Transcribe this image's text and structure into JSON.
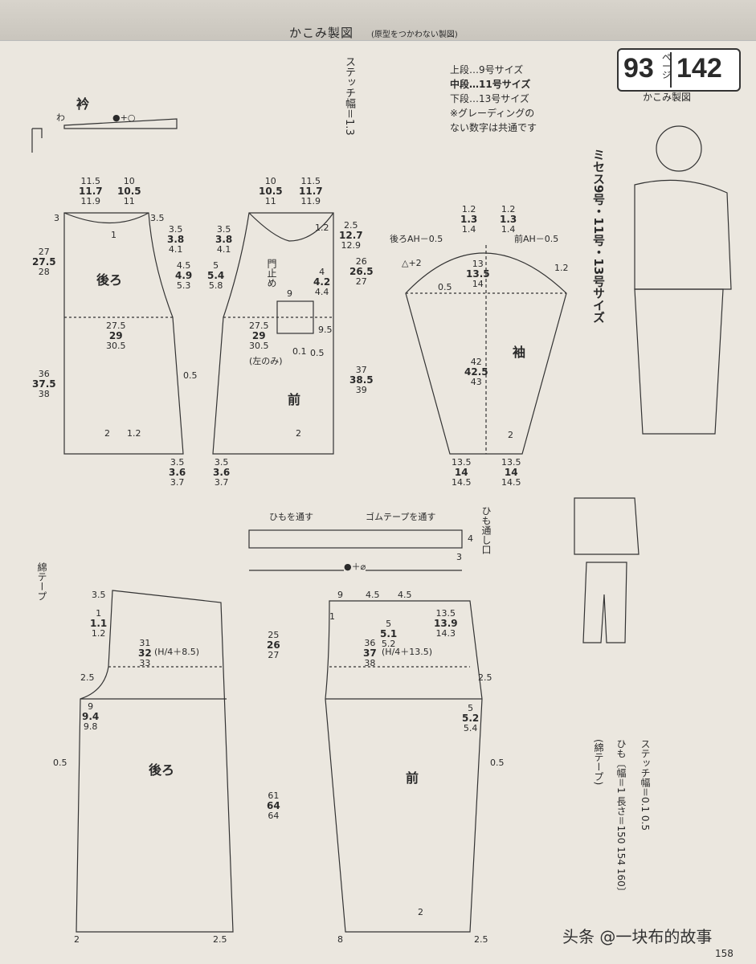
{
  "header": {
    "title": "かこみ製図",
    "subtitle": "(原型をつかわない製図)"
  },
  "badge": {
    "page": "93",
    "page_label": "ページ",
    "figure": "142",
    "caption": "かこみ製図"
  },
  "sizes": [
    "上段…9号サイズ",
    "中段…11号サイズ",
    "下段…13号サイズ",
    "※グレーディングの",
    "ない数字は共通です"
  ],
  "model_caption": "ミセス9号・11号・13号サイズ",
  "stitch_top": "ステッチ幅＝1.3",
  "collar": {
    "label": "衿",
    "wa": "わ",
    "mark": "●+○"
  },
  "back_body": {
    "top": [
      "11.5",
      "11.7",
      "11.9"
    ],
    "left": [
      "27",
      "27.5",
      "28"
    ],
    "lower": [
      "36",
      "37.5",
      "38"
    ],
    "chest": [
      "27.5",
      "29",
      "30.5"
    ],
    "arm1": [
      "3.5",
      "3.8",
      "4.1"
    ],
    "arm2": [
      "4.5",
      "4.9",
      "5.3"
    ],
    "hem": [
      "3.5",
      "3.6",
      "3.7"
    ],
    "name": "後ろ",
    "n3": "3",
    "n35": "3.5",
    "n1": "1",
    "n05": "0.5",
    "n2": "2",
    "n12": "1.2"
  },
  "front_body": {
    "top1": [
      "10",
      "10.5",
      "11"
    ],
    "top2": [
      "11.5",
      "11.7",
      "11.9"
    ],
    "right": [
      "26",
      "26.5",
      "27"
    ],
    "lower": [
      "37",
      "38.5",
      "39"
    ],
    "side": [
      "2.5",
      "12.7",
      "12.9"
    ],
    "arm1": [
      "3.5",
      "3.8",
      "4.1"
    ],
    "arm2": [
      "5",
      "5.4",
      "5.8"
    ],
    "chest": [
      "27.5",
      "29",
      "30.5"
    ],
    "pocket": "(左のみ)",
    "hem": [
      "3.5",
      "3.6",
      "3.7"
    ],
    "name": "前",
    "button": "門止め",
    "n12": "1.2",
    "n4": [
      "4",
      "4.2",
      "4.4"
    ],
    "n9": "9",
    "n95": "9.5",
    "n01": "0.1",
    "n05": "0.5",
    "n2": "2"
  },
  "back_top1": [
    "10",
    "10.5",
    "11"
  ],
  "sleeve": {
    "name": "袖",
    "cap_left": [
      "1.2",
      "1.3",
      "1.4"
    ],
    "cap_right": [
      "1.2",
      "1.3",
      "1.4"
    ],
    "cap_h": [
      "13",
      "13.5",
      "14"
    ],
    "len": [
      "42",
      "42.5",
      "43"
    ],
    "hem_l": [
      "13.5",
      "14",
      "14.5"
    ],
    "hem_r": [
      "13.5",
      "14",
      "14.5"
    ],
    "ah_back": "後ろAH－0.5",
    "ah_front": "前AH－0.5",
    "tri": "△+2",
    "n05": "0.5",
    "n12": "1.2",
    "n2": "2"
  },
  "waistband": {
    "cord": "ひもを通す",
    "elastic": "ゴムテープを通す",
    "hole": "ひも通し口",
    "n4": "4",
    "n3": "3",
    "mark": "●＋⌀"
  },
  "back_pants": {
    "name": "後ろ",
    "tape": "綿テープ",
    "n35": "3.5",
    "rise": [
      "1",
      "1.1",
      "1.2"
    ],
    "hip": [
      "31",
      "32",
      "33"
    ],
    "hip_formula": "(H/4＋8.5)",
    "crotch": [
      "9",
      "9.4",
      "9.8"
    ],
    "n25": "2.5",
    "n05": "0.5",
    "n2": "2",
    "n25b": "2.5"
  },
  "front_pants": {
    "name": "前",
    "n9": "9",
    "n45a": "4.5",
    "n45b": "4.5",
    "pleat": [
      "5",
      "5.1",
      "5.2"
    ],
    "side": [
      "13.5",
      "13.9",
      "14.3"
    ],
    "hip": [
      "36",
      "37",
      "38"
    ],
    "hip_formula": "(H/4＋13.5)",
    "crotch": [
      "5",
      "5.2",
      "5.4"
    ],
    "rise": [
      "25",
      "26",
      "27"
    ],
    "len": [
      "61",
      "64",
      "64"
    ],
    "n25": "2.5",
    "n05": "0.5",
    "n8": "8",
    "n2": "2",
    "n1": "1",
    "n25b": "2.5"
  },
  "notes": {
    "stitch": "ステッチ幅＝0.1 0.5",
    "cord": "ひも〔幅＝1 長さ＝150 154 160〕",
    "tape": "(綿テープ)"
  },
  "page_number": "158",
  "watermark": "头条 @一块布的故事"
}
